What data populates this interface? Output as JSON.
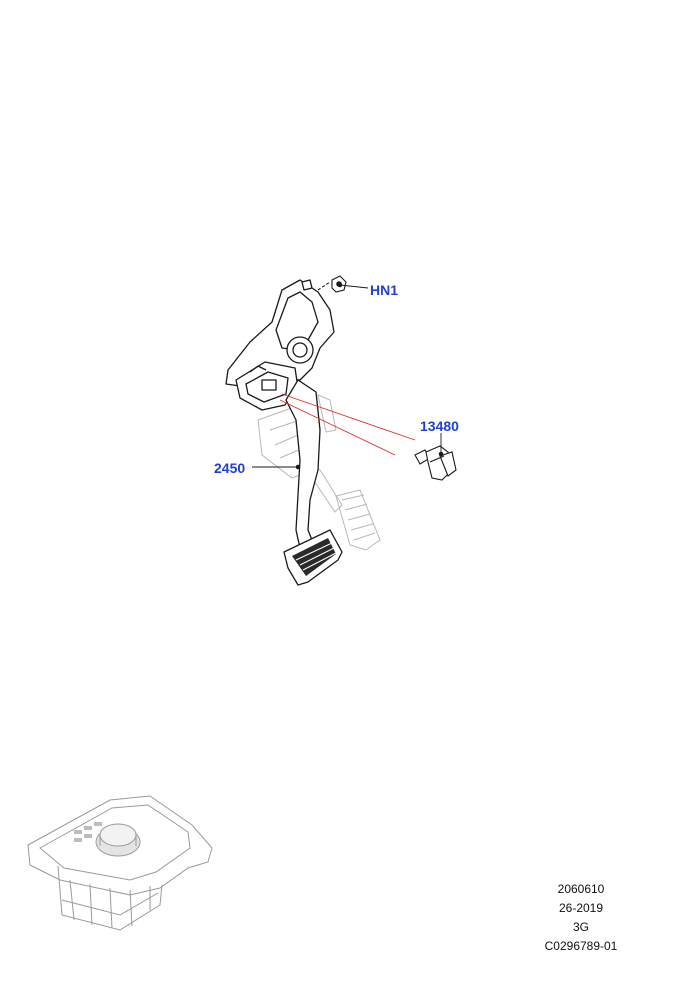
{
  "callouts": {
    "hn1": "HN1",
    "part_13480": "13480",
    "part_2450": "2450"
  },
  "reference": {
    "line1": "2060610",
    "line2": "26-2019",
    "line3": "3G",
    "line4": "C0296789-01"
  },
  "colors": {
    "callout": "#1f3fd6",
    "leader_red": "#e03030",
    "line": "#1a1a1a",
    "ghost": "#b8b8b8"
  },
  "icons": {
    "thumbnail": "gear-selector-knob-icon"
  }
}
